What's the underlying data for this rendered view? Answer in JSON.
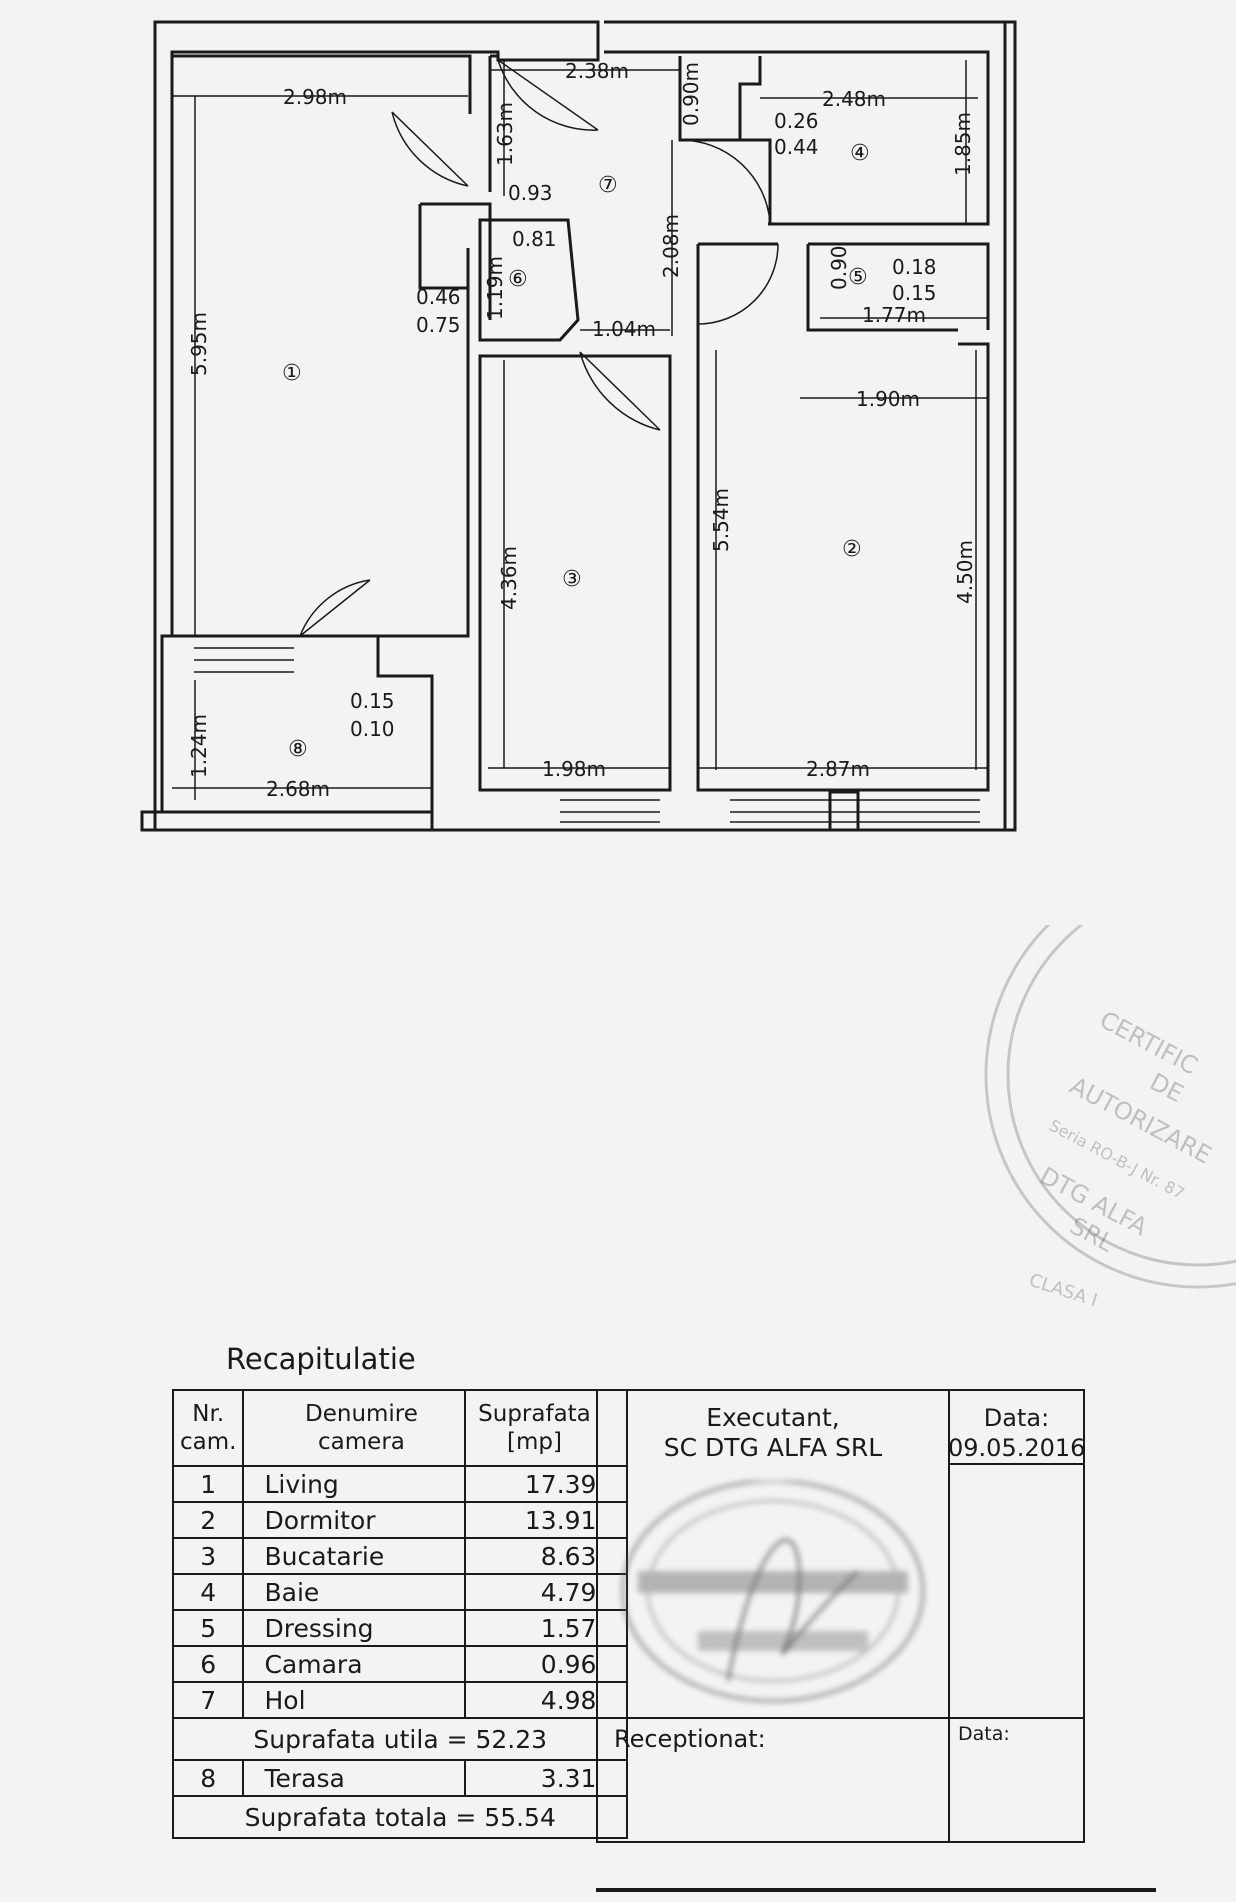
{
  "plan": {
    "dimensions": {
      "d298": "2.98m",
      "d238": "2.38m",
      "d090a": "0.90m",
      "d248": "2.48m",
      "d163": "1.63m",
      "d093": "0.93",
      "d026": "0.26",
      "d044": "0.44",
      "d185": "1.85m",
      "d081": "0.81",
      "d119": "1.19m",
      "d046": "0.46",
      "d075": "0.75",
      "d208": "2.08m",
      "d090b": "0.90",
      "d018": "0.18",
      "d015a": "0.15",
      "d177": "1.77m",
      "d104": "1.04m",
      "d595": "5.95m",
      "d190": "1.90m",
      "d436": "4.36m",
      "d554": "5.54m",
      "d450": "4.50m",
      "d015b": "0.15",
      "d010": "0.10",
      "d124": "1.24m",
      "d268": "2.68m",
      "d198": "1.98m",
      "d287": "2.87m"
    },
    "rooms": {
      "r1": "①",
      "r2": "②",
      "r3": "③",
      "r4": "④",
      "r5": "⑤",
      "r6": "⑥",
      "r7": "⑦",
      "r8": "⑧"
    }
  },
  "stamp": {
    "lines": [
      "CERTIFIC",
      "DE",
      "AUTORIZARE",
      "Seria RO-B-J Nr. 87",
      "DTG ALFA",
      "SRL",
      "CLASA I"
    ]
  },
  "recap": {
    "title": "Recapitulatie",
    "headers": {
      "nr": "Nr. cam.",
      "name": "Denumire camera",
      "area": "Suprafata [mp]"
    },
    "rows": [
      {
        "nr": "1",
        "name": "Living",
        "area": "17.39"
      },
      {
        "nr": "2",
        "name": "Dormitor",
        "area": "13.91"
      },
      {
        "nr": "3",
        "name": "Bucatarie",
        "area": "8.63"
      },
      {
        "nr": "4",
        "name": "Baie",
        "area": "4.79"
      },
      {
        "nr": "5",
        "name": "Dressing",
        "area": "1.57"
      },
      {
        "nr": "6",
        "name": "Camara",
        "area": "0.96"
      },
      {
        "nr": "7",
        "name": "Hol",
        "area": "4.98"
      }
    ],
    "useful_area": "Suprafata utila = 52.23",
    "terrace": {
      "nr": "8",
      "name": "Terasa",
      "area": "3.31"
    },
    "total_area": "Suprafata totala = 55.54"
  },
  "sign": {
    "executant_line1": "Executant,",
    "executant_line2": "SC DTG ALFA SRL",
    "date_label": "Data:",
    "date_value": "09.05.2016",
    "received_label": "Receptionat:",
    "date2_label": "Data:"
  }
}
